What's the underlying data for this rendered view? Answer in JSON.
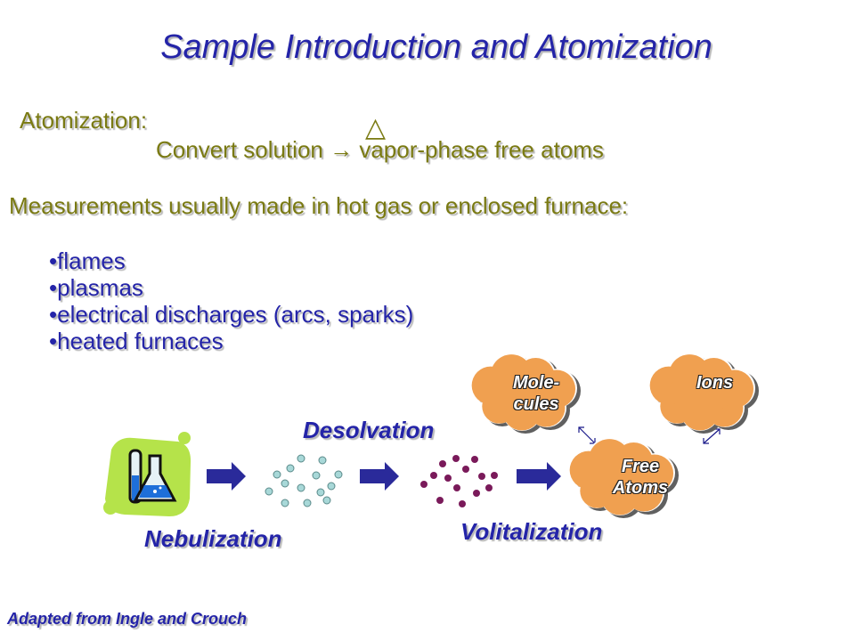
{
  "slide": {
    "title": "Sample Introduction and Atomization",
    "atomization_label": "Atomization:",
    "convert_text": "Convert solution → vapor-phase free atoms",
    "heat_symbol": "△",
    "measurements_text": "Measurements usually made in hot gas or enclosed furnace:",
    "bullets": [
      "flames",
      "plasmas",
      "electrical discharges (arcs, sparks)",
      "heated furnaces"
    ],
    "credit": "Adapted from Ingle and Crouch"
  },
  "diagram": {
    "stages": {
      "nebulization": "Nebulization",
      "desolvation": "Desolvation",
      "volatilization": "Volitalization"
    },
    "clouds": {
      "molecules_line1": "Mole-",
      "molecules_line2": "cules",
      "ions": "Ions",
      "free_atoms_line1": "Free",
      "free_atoms_line2": "Atoms"
    },
    "colors": {
      "text_blue": "#2424a8",
      "text_olive": "#7a7a12",
      "cloud_fill": "#f0a050",
      "droplet": "#a8d8d8",
      "particle": "#7a1a5a",
      "flask_bg": "#b5e34a"
    },
    "icons": [
      "lab-glassware-icon"
    ]
  }
}
